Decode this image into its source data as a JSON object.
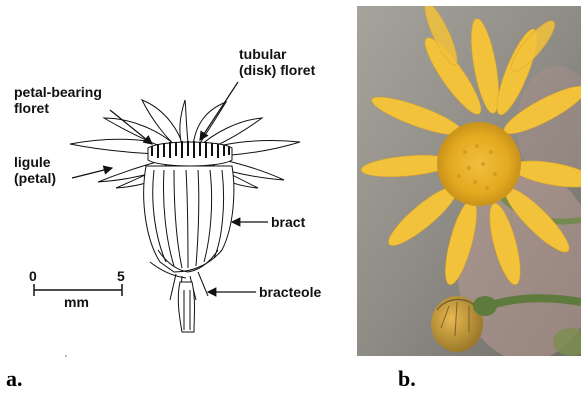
{
  "panel_a": {
    "letter": "a.",
    "labels": {
      "tubular_line1": "tubular",
      "tubular_line2": "(disk) floret",
      "petal_bearing_line1": "petal-bearing",
      "petal_bearing_line2": "floret",
      "ligule_line1": "ligule",
      "ligule_line2": "(petal)",
      "bract": "bract",
      "bracteole": "bracteole"
    },
    "scale_bar": {
      "start": "0",
      "end": "5",
      "unit": "mm"
    }
  },
  "panel_b": {
    "letter": "b."
  },
  "colors": {
    "petal": "#f2c23a",
    "disc": "#e3a91f",
    "background": "#8f8c86",
    "stem": "#5e7a3c"
  }
}
